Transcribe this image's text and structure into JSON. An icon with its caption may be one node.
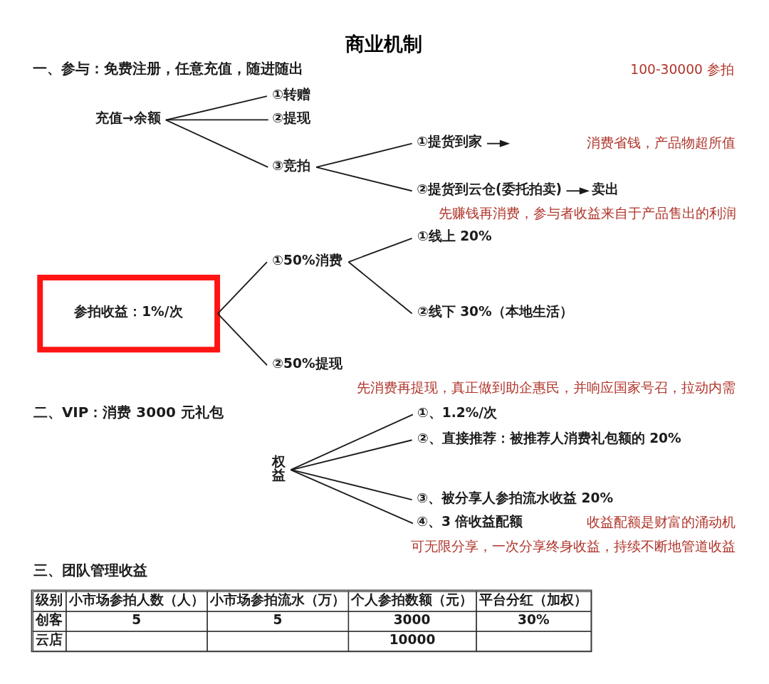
{
  "diagram": {
    "title": "商业机制",
    "nodes": [
      {
        "text": [
          "充值→余额"
        ]
      },
      {
        "text": [
          "①转赠"
        ]
      },
      {
        "text": [
          "②提现"
        ]
      },
      {
        "text": [
          "③竞拍"
        ]
      },
      {
        "text": [
          "①提货到家"
        ]
      },
      {
        "text": [
          "②提货到云仓(委托拍卖)"
        ]
      },
      {
        "text": [
          "卖出"
        ]
      },
      {
        "text": [
          "参拍收益：1%/次"
        ]
      },
      {
        "text": [
          "①50%消费"
        ]
      },
      {
        "text": [
          "②50%提现"
        ]
      },
      {
        "text": [
          "①线上 20%"
        ]
      },
      {
        "text": [
          "②线下 30%（本地生活）"
        ]
      },
      {
        "text": [
          "权益"
        ]
      },
      {
        "text": [
          "①、1.2%/次"
        ]
      },
      {
        "text": [
          "②、直接推荐：被推荐人消费礼包额的 20%"
        ]
      },
      {
        "text": [
          "③、被分享人参拍流水收益 20%"
        ]
      },
      {
        "text": [
          "④、3 倍收益配额"
        ]
      }
    ],
    "edges": [
      {
        "from": 0,
        "to": 1,
        "arrow": "none"
      },
      {
        "from": 0,
        "to": 2,
        "arrow": "none"
      },
      {
        "from": 0,
        "to": 3,
        "arrow": "none"
      },
      {
        "from": 3,
        "to": 4,
        "arrow": "none"
      },
      {
        "from": 3,
        "to": 5,
        "arrow": "none"
      },
      {
        "from": 4,
        "to": null,
        "arrow": "to"
      },
      {
        "from": 5,
        "to": 6,
        "arrow": "to"
      },
      {
        "from": 7,
        "to": 8,
        "arrow": "none"
      },
      {
        "from": 7,
        "to": 9,
        "arrow": "none"
      },
      {
        "from": 8,
        "to": 10,
        "arrow": "none"
      },
      {
        "from": 8,
        "to": 11,
        "arrow": "none"
      },
      {
        "from": 12,
        "to": 13,
        "arrow": "none"
      },
      {
        "from": 12,
        "to": 14,
        "arrow": "none"
      },
      {
        "from": 12,
        "to": 15,
        "arrow": "none"
      },
      {
        "from": 12,
        "to": 16,
        "arrow": "none"
      }
    ],
    "labels": [
      "一、参与：免费注册，任意充值，随进随出",
      "100-30000 参拍",
      "消费省钱，产品物超所值",
      "先赚钱再消费，参与者收益来自于产品售出的利润",
      "先消费再提现，真正做到助企惠民，并响应国家号召，拉动内需",
      "二、VIP：消费 3000 元礼包",
      "收益配额是财富的涌动机",
      "可无限分享，一次分享终身收益，持续不断地管道收益",
      "三、团队管理收益",
      "级别",
      "小市场参拍人数（人）",
      "小市场参拍流水（万）",
      "个人参拍数额（元）",
      "平台分红（加权）",
      "创客",
      "5",
      "5",
      "3000",
      "30%",
      "云店",
      "10000"
    ]
  }
}
